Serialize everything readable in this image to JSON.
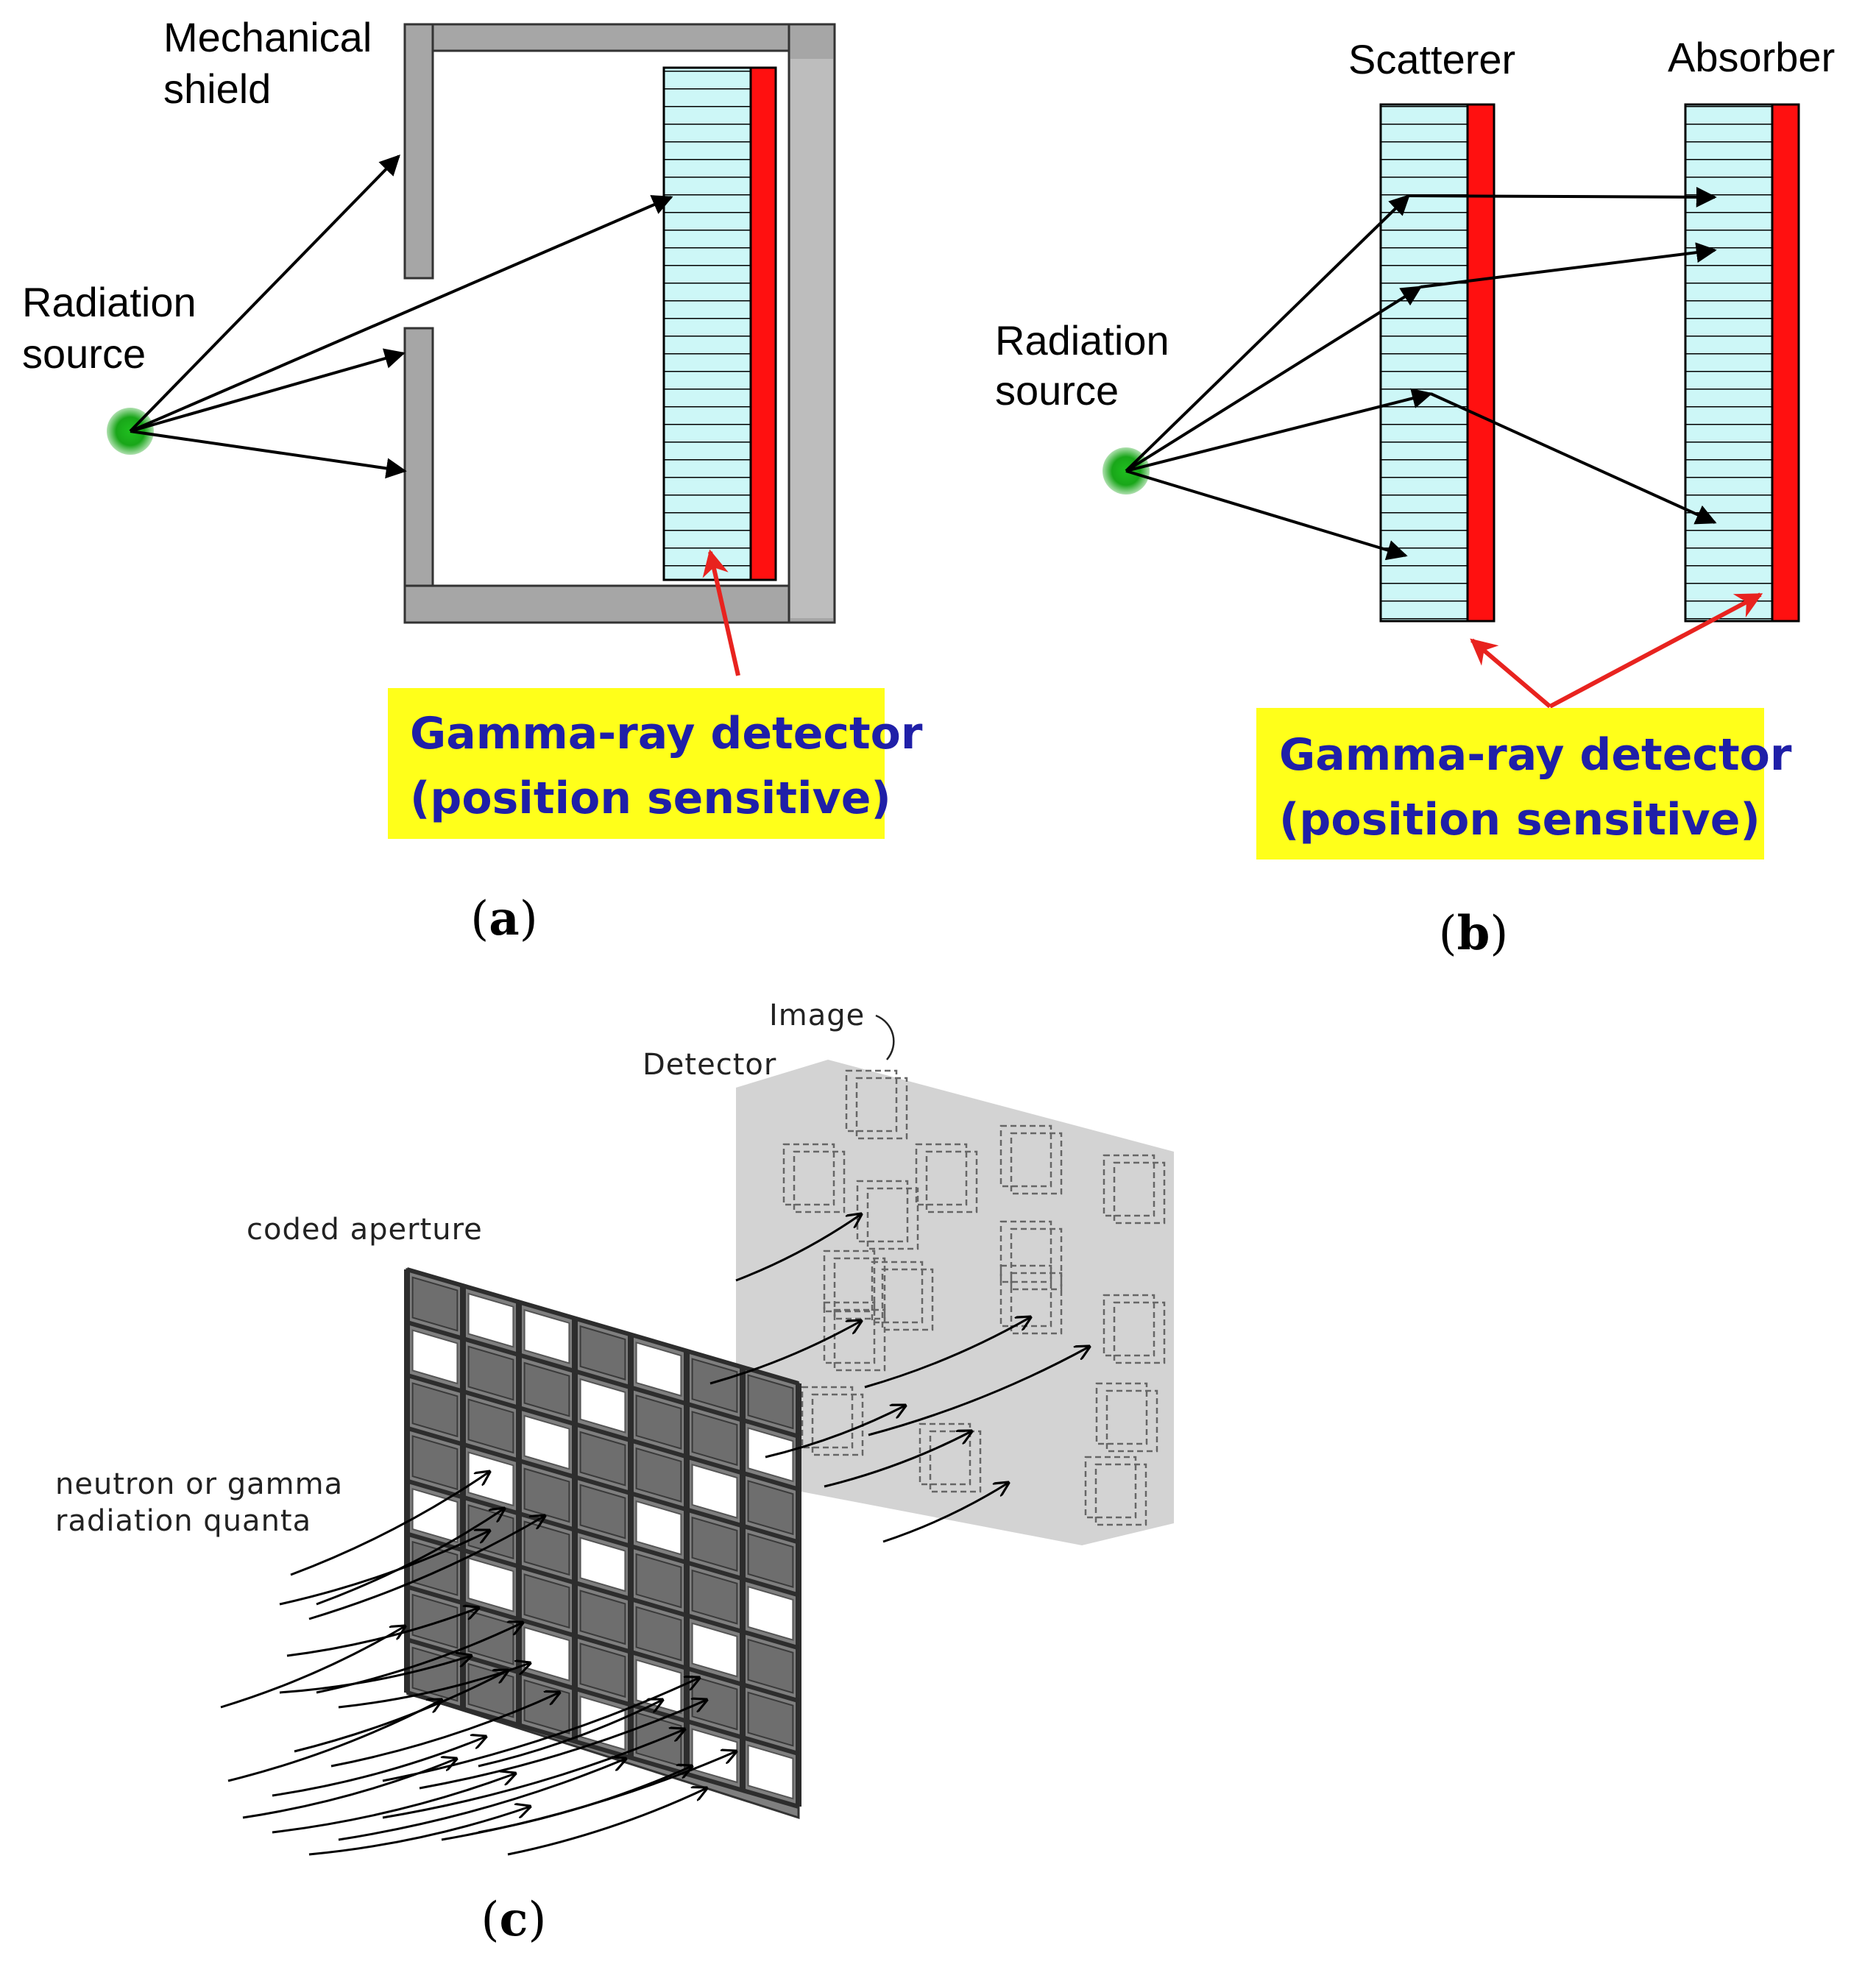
{
  "panel_a": {
    "shield_label_1": "Mechanical",
    "shield_label_2": "shield",
    "source_label_1": "Radiation",
    "source_label_2": "source",
    "detector_label_1": "Gamma-ray detector",
    "detector_label_2": "(position sensitive)",
    "caption": "a"
  },
  "panel_b": {
    "scatterer_label": "Scatterer",
    "absorber_label": "Absorber",
    "source_label_1": "Radiation",
    "source_label_2": "source",
    "detector_label_1": "Gamma-ray detector",
    "detector_label_2": "(position sensitive)",
    "caption": "b"
  },
  "panel_c": {
    "image_label": "Image",
    "detector_label": "Detector",
    "aperture_label": "coded aperture",
    "quanta_label_1": "neutron or gamma",
    "quanta_label_2": "radiation quanta",
    "caption": "c"
  },
  "colors": {
    "source": "#1aa31a",
    "detector_strip": "#ff1010",
    "detector_cells": "#cdf7f7",
    "shield": "#a6a6a6",
    "label_box": "#ffff1a",
    "label_text": "#1f1fa8",
    "arrow_red": "#e8231f"
  }
}
